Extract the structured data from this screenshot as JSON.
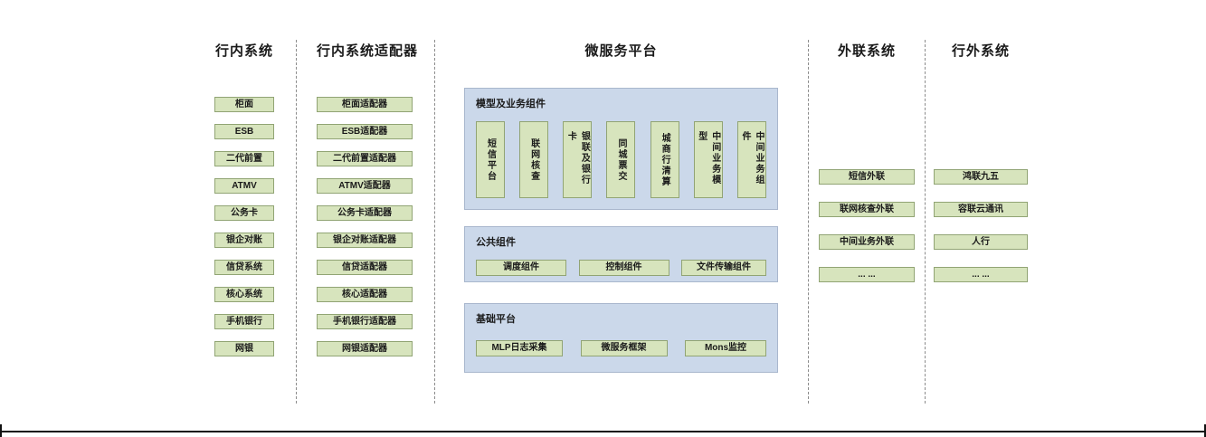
{
  "colors": {
    "box_fill": "#d7e4bd",
    "box_border": "#91a474",
    "panel_fill": "#cbd8ea",
    "panel_border": "#a9b7cd"
  },
  "cols": [
    {
      "header": "行内系统",
      "items": [
        "柜面",
        "ESB",
        "二代前置",
        "ATMV",
        "公务卡",
        "银企对账",
        "信贷系统",
        "核心系统",
        "手机银行",
        "网银"
      ]
    },
    {
      "header": "行内系统适配器",
      "items": [
        "柜面适配器",
        "ESB适配器",
        "二代前置适配器",
        "ATMV适配器",
        "公务卡适配器",
        "银企对账适配器",
        "信贷适配器",
        "核心适配器",
        "手机银行适配器",
        "网银适配器"
      ]
    },
    {
      "header": "微服务平台",
      "panels": [
        {
          "title": "模型及业务组件",
          "items": [
            "短信平台",
            "联网核查",
            "银联及银行卡",
            "同城票交",
            "城商行清算",
            "中间业务模型",
            "中间业务组件"
          ]
        },
        {
          "title": "公共组件",
          "items": [
            "调度组件",
            "控制组件",
            "文件传输组件"
          ]
        },
        {
          "title": "基础平台",
          "items": [
            "MLP日志采集",
            "微服务框架",
            "Mons监控"
          ]
        }
      ]
    },
    {
      "header": "外联系统",
      "items": [
        "短信外联",
        "联网核查外联",
        "中间业务外联",
        "... ..."
      ]
    },
    {
      "header": "行外系统",
      "items": [
        "鸿联九五",
        "容联云通讯",
        "人行",
        "... ..."
      ]
    }
  ]
}
